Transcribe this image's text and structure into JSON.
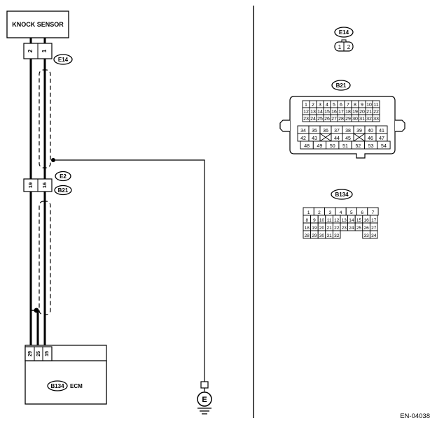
{
  "left": {
    "sensor_label": "KNOCK SENSOR",
    "e14_pins": [
      "2",
      "1"
    ],
    "e14_ref": "E14",
    "mid_ref_top": "E2",
    "mid_ref_bottom": "B21",
    "mid_pins": [
      "19",
      "16"
    ],
    "ecm_pins": [
      "29",
      "25",
      "15"
    ],
    "ecm_ref": "B134",
    "ecm_label": "ECM",
    "ground_label": "E"
  },
  "right": {
    "e14": {
      "ref": "E14",
      "pins": [
        "1",
        "2"
      ]
    },
    "b21": {
      "ref": "B21",
      "top_rows": [
        [
          "1",
          "2",
          "3",
          "4",
          "5",
          "6",
          "7",
          "8",
          "9",
          "10",
          "11"
        ],
        [
          "12",
          "13",
          "14",
          "15",
          "16",
          "17",
          "18",
          "19",
          "20",
          "21",
          "22"
        ],
        [
          "23",
          "24",
          "25",
          "26",
          "27",
          "28",
          "29",
          "30",
          "31",
          "32",
          "33"
        ]
      ],
      "bottom_rows": [
        [
          "34",
          "35",
          "36",
          "37",
          "38",
          "39",
          "40",
          "41"
        ],
        [
          "42",
          "43",
          "",
          "44",
          "45",
          "",
          "46",
          "47"
        ],
        [
          "48",
          "49",
          "50",
          "51",
          "52",
          "53",
          "54"
        ]
      ]
    },
    "b134": {
      "ref": "B134",
      "rows": [
        [
          "1",
          "2",
          "3",
          "4",
          "5",
          "6",
          "7"
        ],
        [
          "8",
          "9",
          "10",
          "11",
          "12",
          "13",
          "14",
          "15",
          "16",
          "17"
        ],
        [
          "18",
          "19",
          "20",
          "21",
          "22",
          "23",
          "24",
          "25",
          "26",
          "27"
        ],
        [
          "28",
          "29",
          "30",
          "31",
          "32",
          "",
          "",
          "",
          "33",
          "34"
        ]
      ]
    }
  },
  "footer_code": "EN-04038"
}
